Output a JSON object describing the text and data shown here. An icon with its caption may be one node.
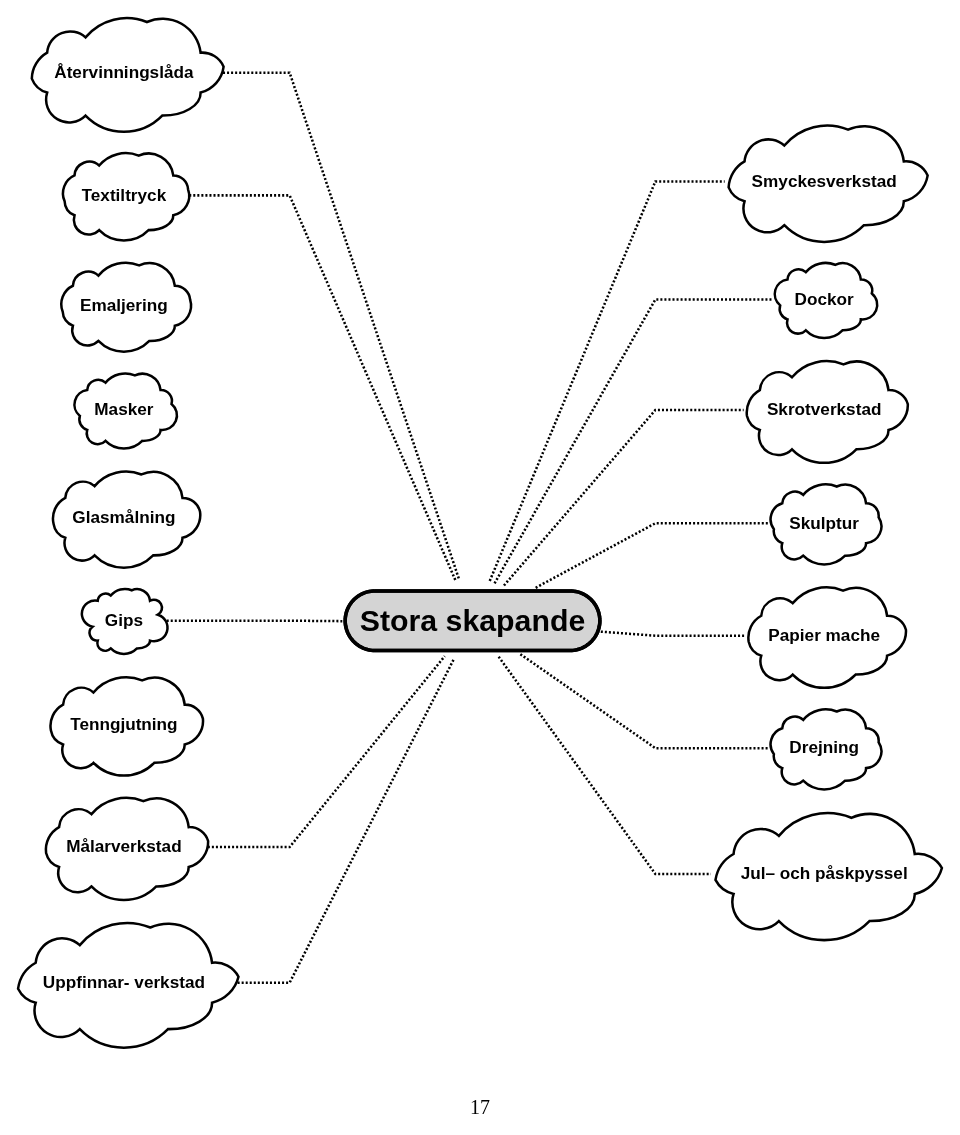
{
  "diagram": {
    "nodes": [
      {
        "text": [
          "Återvinningslåda"
        ]
      },
      {
        "text": [
          "Smyckesverkstad"
        ]
      },
      {
        "text": [
          "Dockor"
        ]
      },
      {
        "text": [
          "Textiltryck"
        ]
      },
      {
        "text": [
          "Emaljering"
        ]
      },
      {
        "text": [
          "Skrotverkstad"
        ]
      },
      {
        "text": [
          "Skulptur"
        ]
      },
      {
        "text": [
          "Masker"
        ]
      },
      {
        "text": [
          "Stora skapande"
        ]
      },
      {
        "text": [
          "Glasmålning"
        ]
      },
      {
        "text": [
          "Gips"
        ]
      },
      {
        "text": [
          "Papier mache"
        ]
      },
      {
        "text": [
          "Tenngjutning"
        ]
      },
      {
        "text": [
          "Målarverkstad"
        ]
      },
      {
        "text": [
          "Uppfinnar- verkstad"
        ]
      },
      {
        "text": [
          "Drejning"
        ]
      },
      {
        "text": [
          "Jul– och påskpyssel"
        ]
      }
    ],
    "edges": [
      {
        "from": 0,
        "to": 8,
        "arrow": "none",
        "style": "dashed"
      },
      {
        "from": 8,
        "to": 1,
        "arrow": "none",
        "style": "dashed"
      },
      {
        "from": 8,
        "to": 2,
        "arrow": "none",
        "style": "dashed"
      },
      {
        "from": 3,
        "to": 8,
        "arrow": "none",
        "style": "dashed"
      },
      {
        "from": 8,
        "to": 5,
        "arrow": "none",
        "style": "dashed"
      },
      {
        "from": 8,
        "to": 6,
        "arrow": "none",
        "style": "dashed"
      },
      {
        "from": 10,
        "to": 8,
        "arrow": "none",
        "style": "dashed"
      },
      {
        "from": 8,
        "to": 11,
        "arrow": "none",
        "style": "dashed"
      },
      {
        "from": 13,
        "to": 8,
        "arrow": "none",
        "style": "dashed"
      },
      {
        "from": 14,
        "to": 8,
        "arrow": "none",
        "style": "dashed"
      },
      {
        "from": 8,
        "to": 15,
        "arrow": "none",
        "style": "dashed"
      },
      {
        "from": 8,
        "to": 16,
        "arrow": "none",
        "style": "dashed"
      }
    ],
    "labels": [
      "17"
    ]
  }
}
